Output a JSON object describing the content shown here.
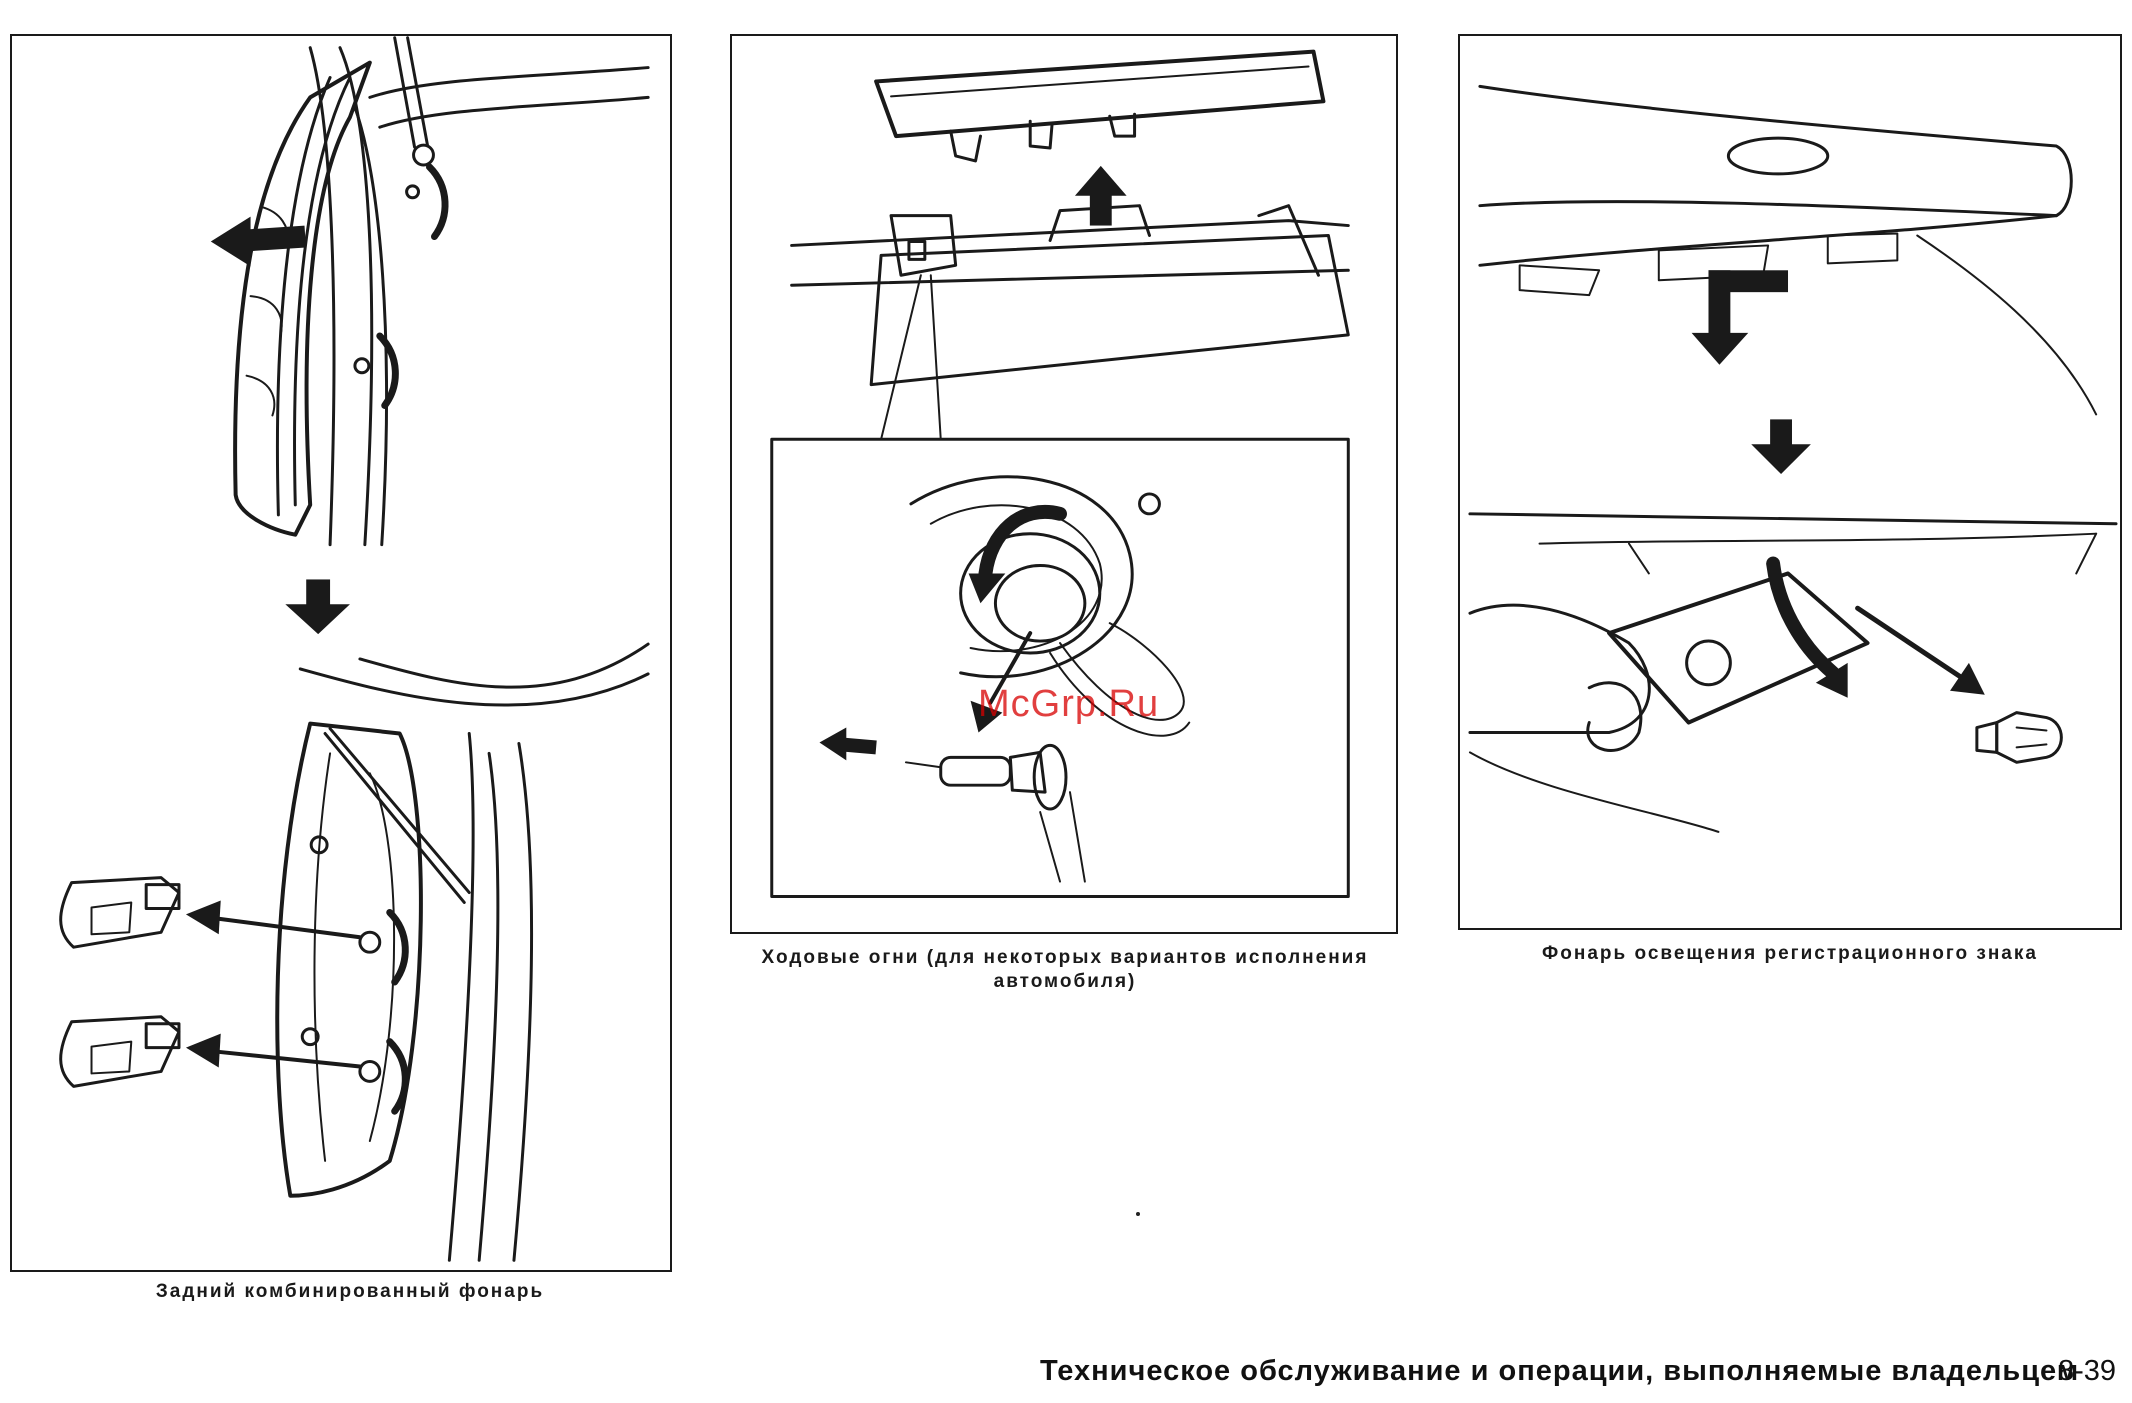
{
  "figures": [
    {
      "caption": "Задний комбинированный фонарь"
    },
    {
      "caption": "Ходовые огни (для некоторых вариантов исполнения автомобиля)"
    },
    {
      "caption": "Фонарь освещения регистрационного знака"
    }
  ],
  "watermark": "McGrp.Ru",
  "footer": {
    "title": "Техническое обслуживание и операции, выполняемые владельцем",
    "page": "8-39"
  }
}
